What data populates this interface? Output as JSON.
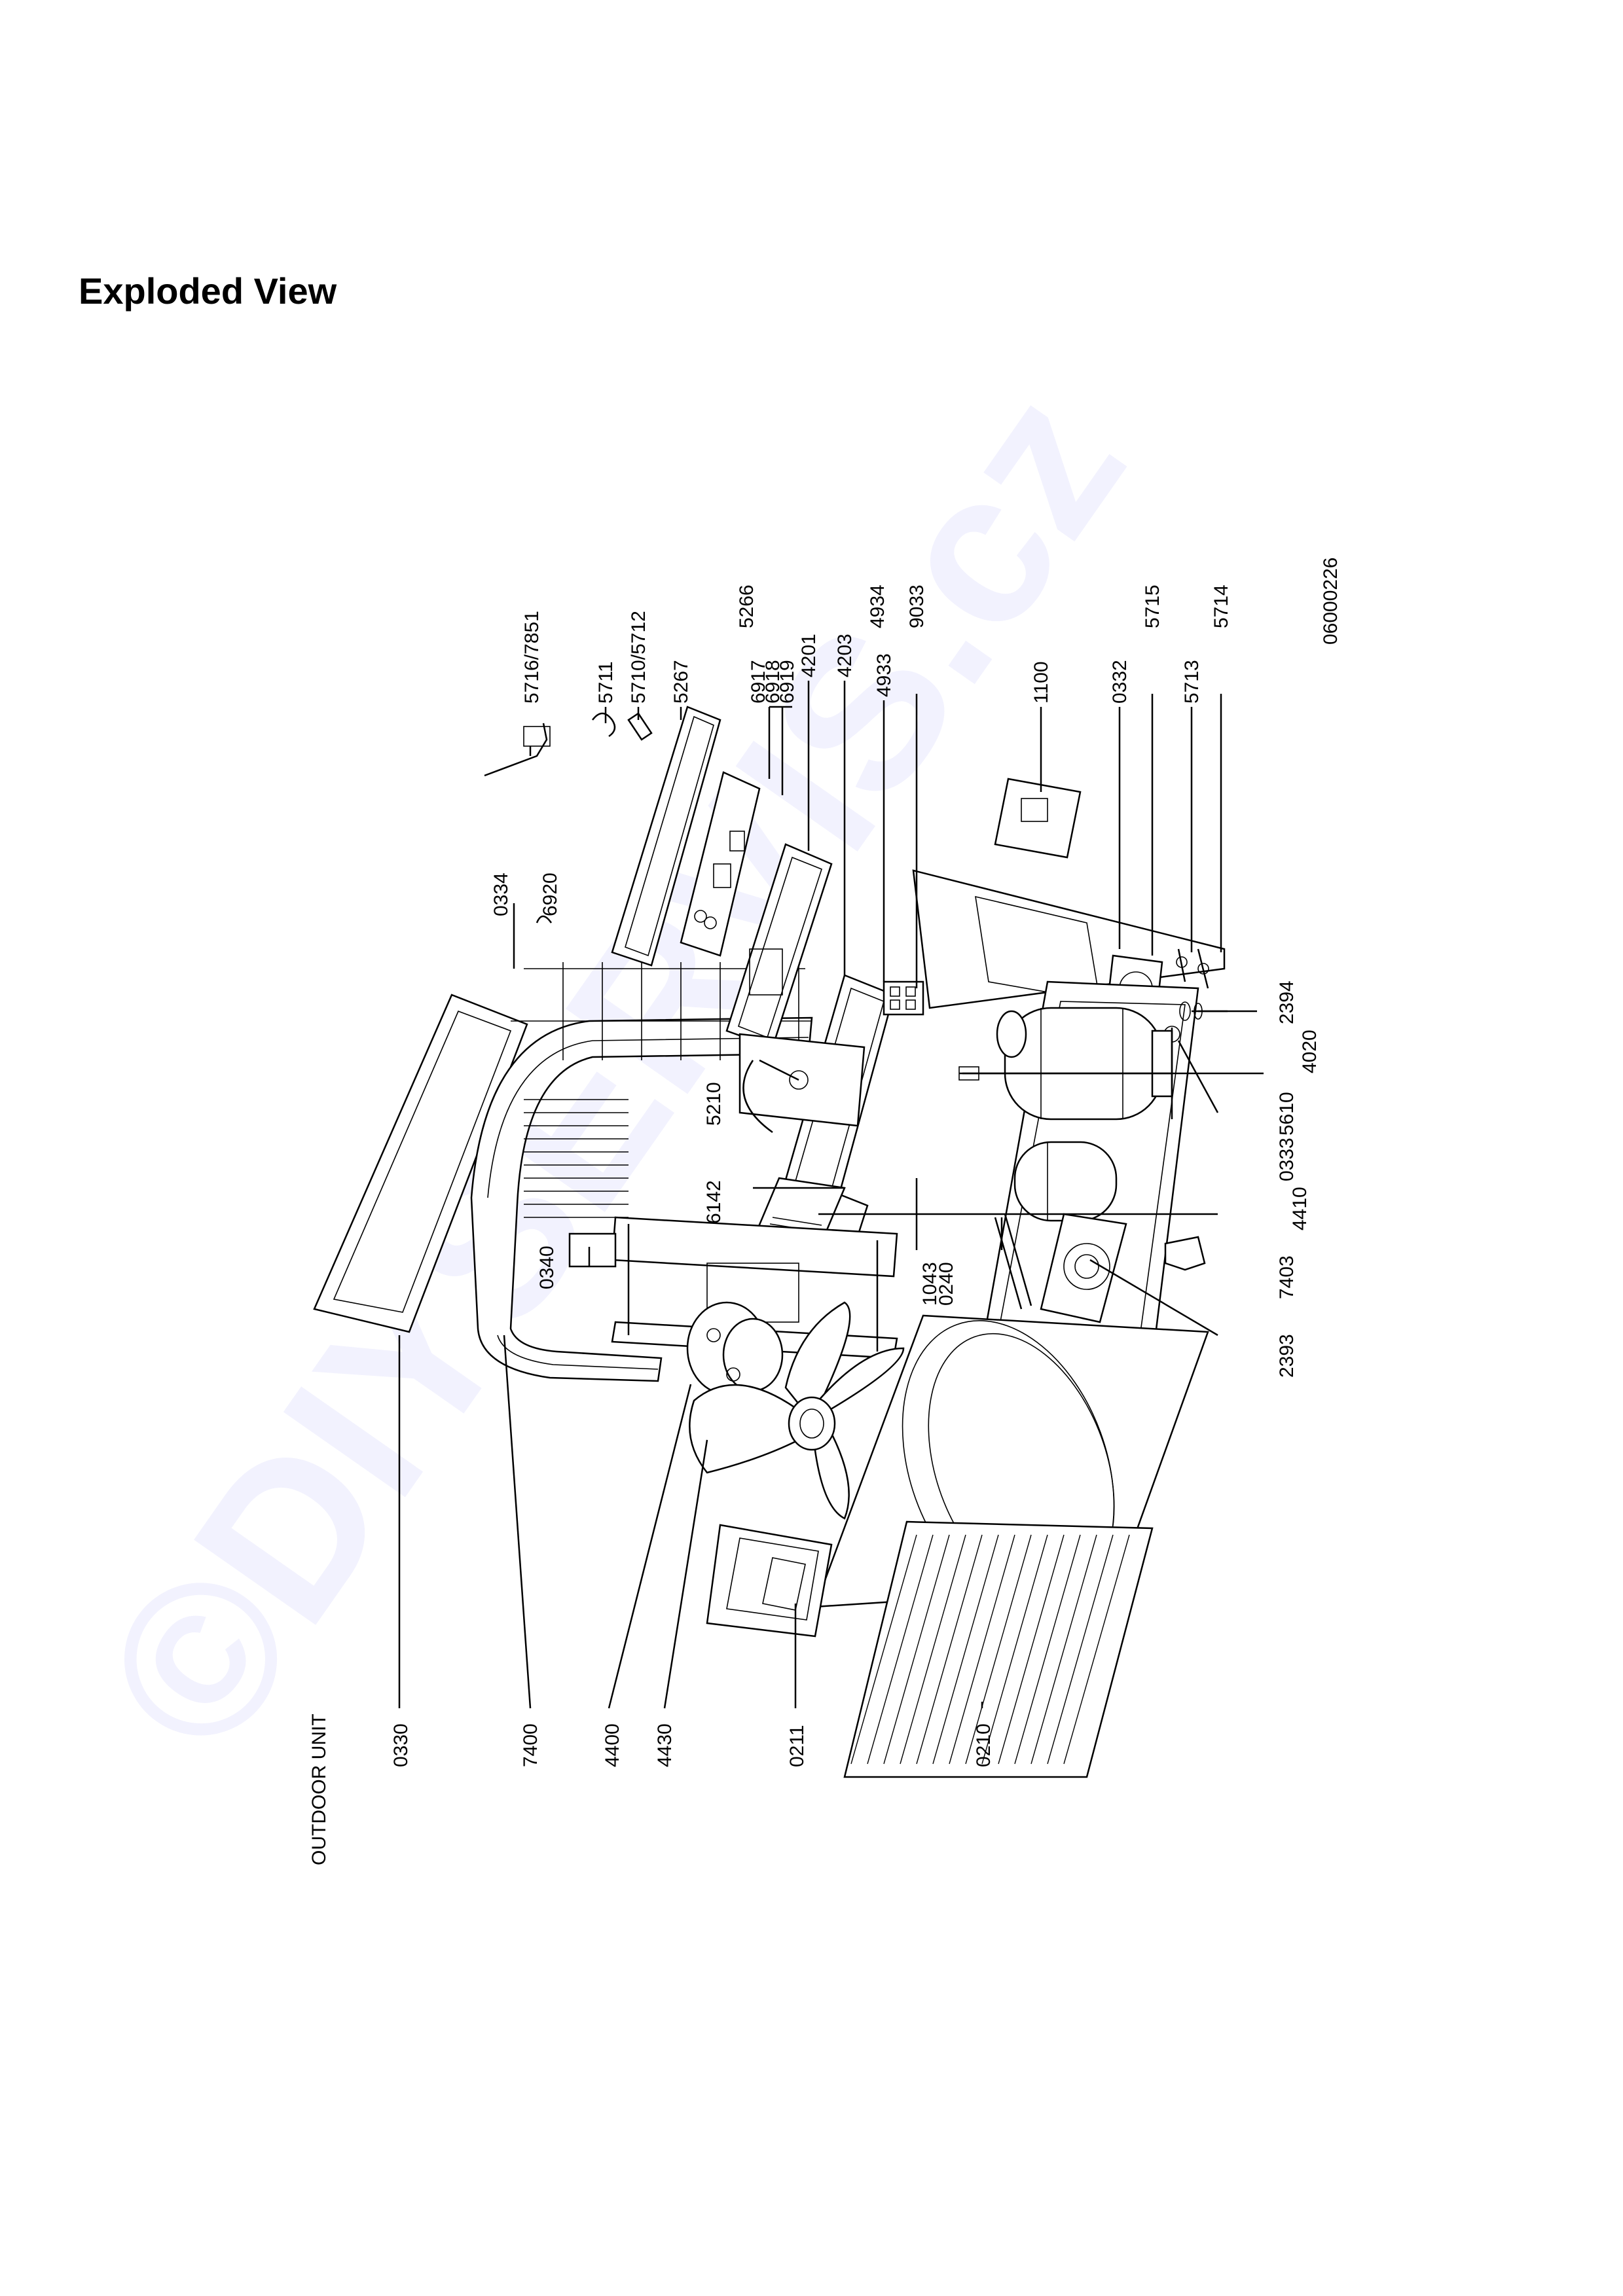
{
  "page": {
    "title": "Exploded View",
    "section": "OUTDOOR UNIT",
    "drawing_number": "06000226",
    "watermark": "©DIYSERVIS.cz"
  },
  "labels": {
    "l_5716": "5716/7851",
    "l_5711": "5711",
    "l_5710": "5710/5712",
    "l_5267": "5267",
    "l_6917": "6917",
    "l_6918": "6918",
    "l_6919": "6919",
    "l_5266": "5266",
    "l_4201": "4201",
    "l_4203": "4203",
    "l_4933": "4933",
    "l_4934": "4934",
    "l_9033": "9033",
    "l_1100": "1100",
    "l_0332": "0332",
    "l_5715": "5715",
    "l_5713": "5713",
    "l_5714": "5714",
    "l_0334": "0334",
    "l_6920": "6920",
    "l_2394": "2394",
    "l_4020": "4020",
    "l_5610": "5610",
    "l_5210": "5210",
    "l_0333": "0333",
    "l_6142": "6142",
    "l_4410": "4410",
    "l_0340": "0340",
    "l_1043": "1043",
    "l_0240": "0240",
    "l_7403": "7403",
    "l_2393": "2393",
    "l_0330": "0330",
    "l_7400": "7400",
    "l_4400": "4400",
    "l_4430": "4430",
    "l_0211": "0211",
    "l_0210": "0210"
  }
}
